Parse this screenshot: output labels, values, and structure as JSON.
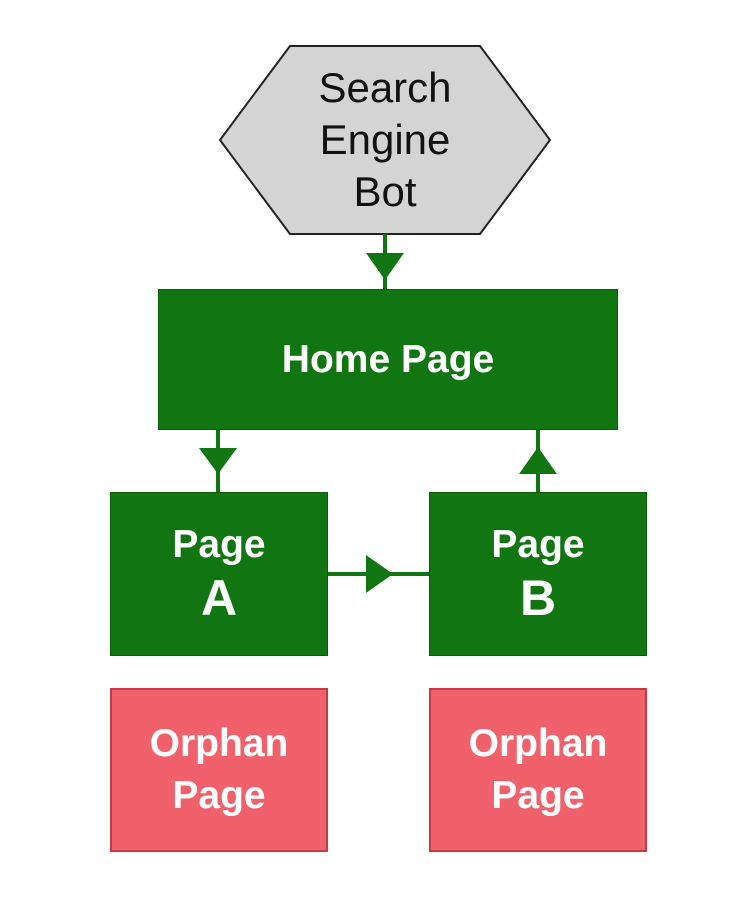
{
  "nodes": {
    "bot": {
      "line1": "Search",
      "line2": "Engine",
      "line3": "Bot"
    },
    "home": {
      "label": "Home Page"
    },
    "page_a": {
      "line1": "Page",
      "line2": "A"
    },
    "page_b": {
      "line1": "Page",
      "line2": "B"
    },
    "orphan_1": {
      "line1": "Orphan",
      "line2": "Page"
    },
    "orphan_2": {
      "line1": "Orphan",
      "line2": "Page"
    }
  },
  "colors": {
    "bot_fill": "#d4d4d4",
    "linked_page_fill": "#117611",
    "orphan_page_fill": "#f0616b",
    "connector": "#117611"
  },
  "edges": [
    {
      "from": "bot",
      "to": "home"
    },
    {
      "from": "home",
      "to": "page_a"
    },
    {
      "from": "page_a",
      "to": "page_b"
    },
    {
      "from": "page_b",
      "to": "home"
    }
  ]
}
